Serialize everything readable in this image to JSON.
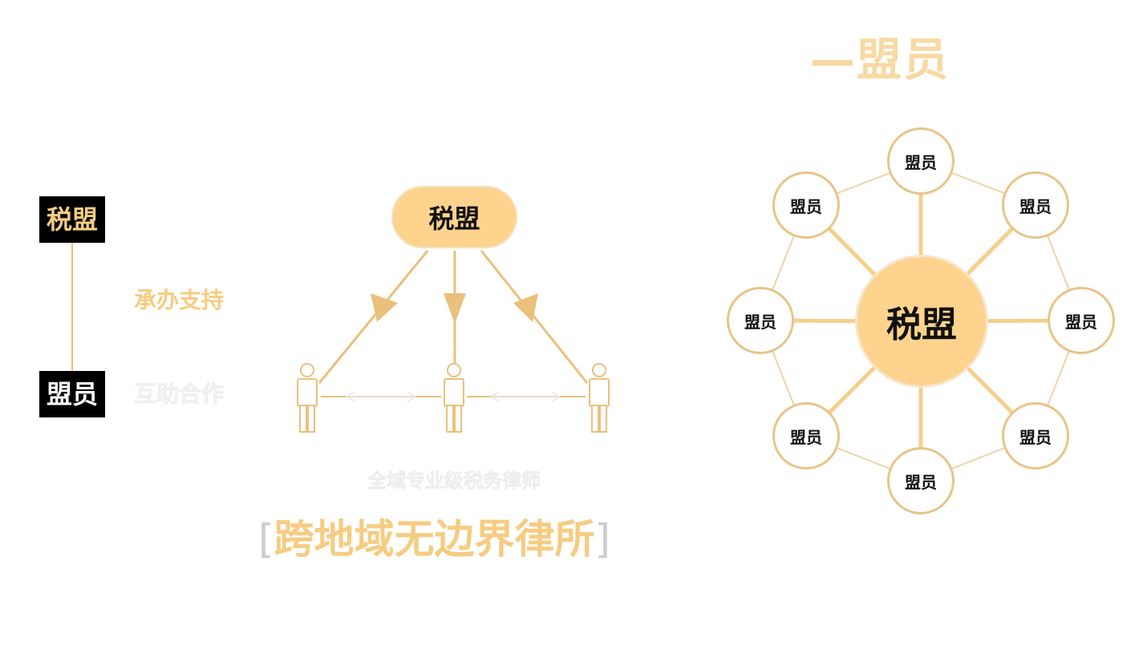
{
  "legend": {
    "tag_top": "税盟",
    "tag_bottom": "盟员",
    "label_support": "承办支持",
    "label_mutual": "互助合作"
  },
  "triangle": {
    "center_label": "税盟",
    "subcaption": "全域专业级税务律师",
    "caption_open": "[",
    "caption_text": "跨地域无边界律所",
    "caption_close": "]"
  },
  "network": {
    "title": "—盟员",
    "hub_label": "税盟",
    "members": [
      "盟员",
      "盟员",
      "盟员",
      "盟员",
      "盟员",
      "盟员",
      "盟员",
      "盟员"
    ]
  },
  "colors": {
    "gold": "#f6cc82",
    "gold_fill": "#fdd38d",
    "gold_line": "#e9c07c",
    "black": "#000000"
  }
}
